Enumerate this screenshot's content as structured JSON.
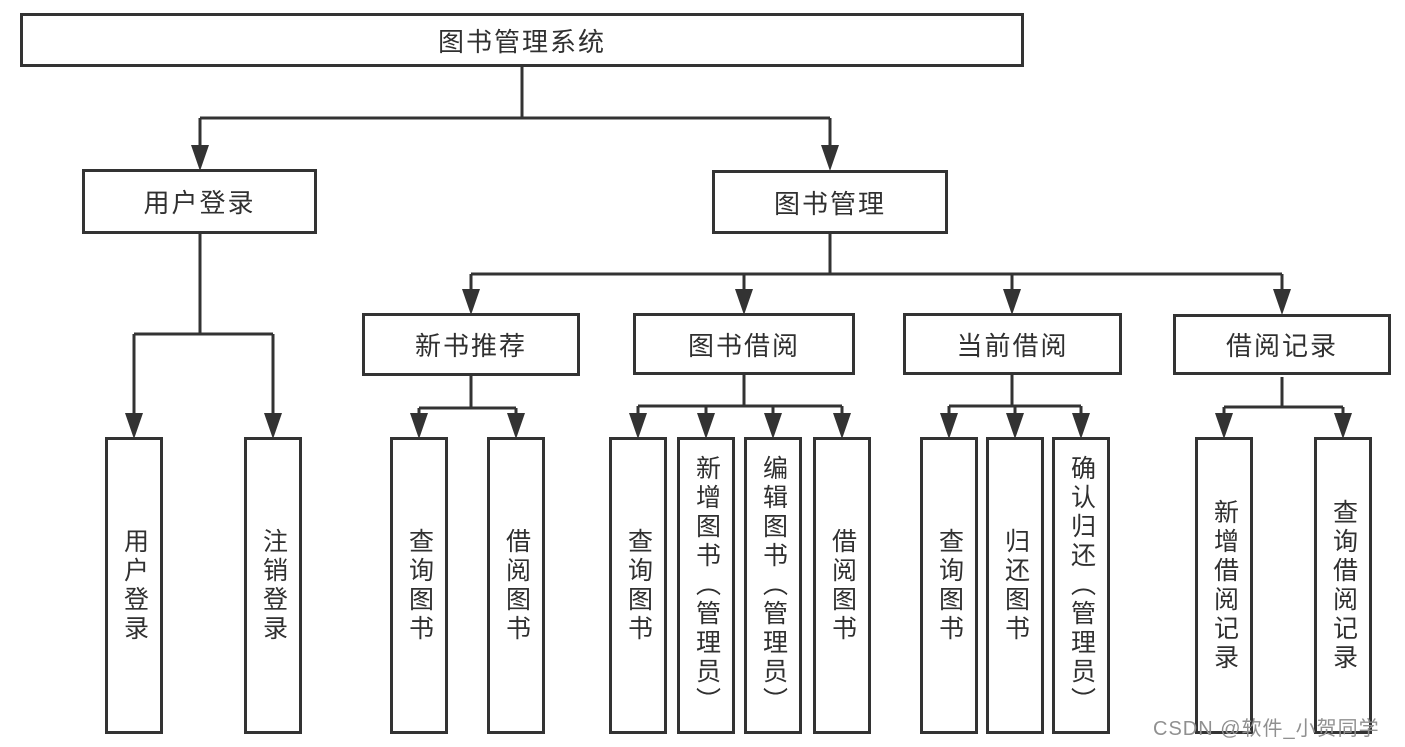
{
  "tree": {
    "root": "图书管理系统",
    "branches": [
      {
        "label": "用户登录",
        "leaves": [
          "用户登录",
          "注销登录"
        ]
      },
      {
        "label": "图书管理",
        "groups": [
          {
            "label": "新书推荐",
            "leaves": [
              "查询图书",
              "借阅图书"
            ]
          },
          {
            "label": "图书借阅",
            "leaves": [
              "查询图书",
              "新增图书（管理员）",
              "编辑图书（管理员）",
              "借阅图书"
            ]
          },
          {
            "label": "当前借阅",
            "leaves": [
              "查询图书",
              "归还图书",
              "确认归还（管理员）"
            ]
          },
          {
            "label": "借阅记录",
            "leaves": [
              "新增借阅记录",
              "查询借阅记录"
            ]
          }
        ]
      }
    ]
  },
  "watermark": {
    "text": "CSDN @软件_小贺同学"
  },
  "colors": {
    "line": "#333333",
    "box_border": "#333333",
    "text": "#303030",
    "watermark": "#909090",
    "background": "#ffffff"
  }
}
